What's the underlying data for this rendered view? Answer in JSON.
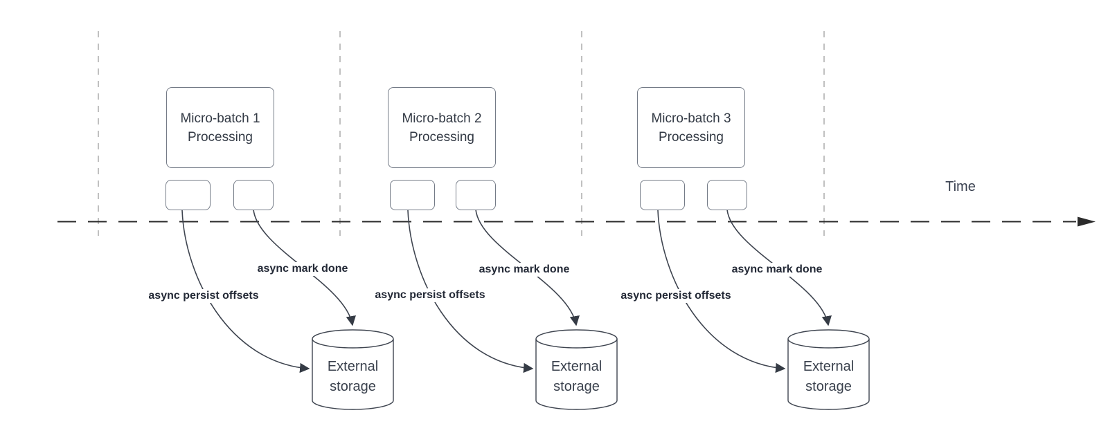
{
  "diagram": {
    "type": "timeline-flow-diagram",
    "time_axis": {
      "label": "Time"
    },
    "batches": [
      {
        "title": "Micro-batch 1\nProcessing",
        "labels": {
          "persist": "async persist offsets",
          "mark_done": "async mark done"
        },
        "storage": {
          "label": "External\nstorage"
        }
      },
      {
        "title": "Micro-batch 2\nProcessing",
        "labels": {
          "persist": "async persist offsets",
          "mark_done": "async mark done"
        },
        "storage": {
          "label": "External\nstorage"
        }
      },
      {
        "title": "Micro-batch 3\nProcessing",
        "labels": {
          "persist": "async persist offsets",
          "mark_done": "async mark done"
        },
        "storage": {
          "label": "External\nstorage"
        }
      }
    ],
    "colors": {
      "background": "#ffffff",
      "axis": "#2b2b2b",
      "guide_dashes": "#ababab",
      "curve": "#3f4550",
      "shape_border": "#747b87",
      "box_text": "#333a45",
      "edge_label_text": "#232936",
      "storage_text": "#3a414d",
      "time_text": "#3a4150"
    }
  }
}
